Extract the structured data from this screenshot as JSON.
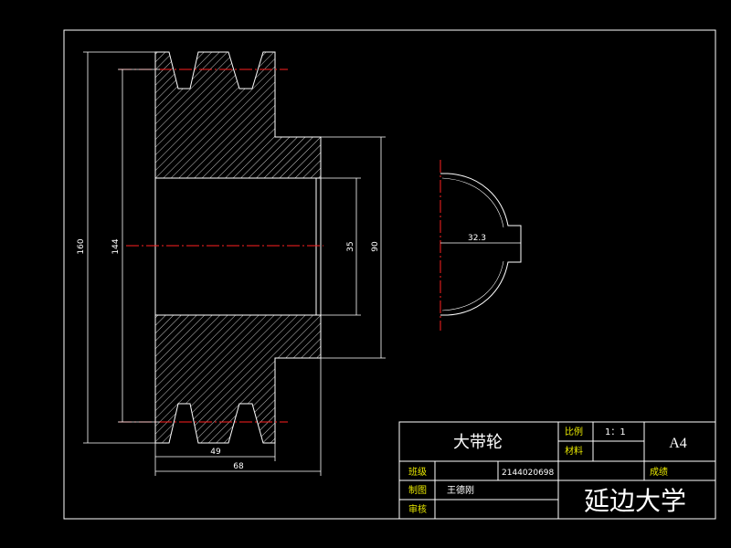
{
  "colors": {
    "background": "#000000",
    "outline": "#ffffff",
    "centerline": "#ff2020",
    "table_label": "#e8e800"
  },
  "dimensions": {
    "d160": "160",
    "d144": "144",
    "d35": "35",
    "d90": "90",
    "d49": "49",
    "d68": "68",
    "d32_3": "32.3"
  },
  "title_block": {
    "part_name": "大带轮",
    "scale_label": "比例",
    "scale_value": "1：1",
    "material_label": "材料",
    "sheet_size": "A4",
    "class_label": "班级",
    "class_value": "2144020698",
    "grade_label": "成绩",
    "drawn_label": "制图",
    "drawn_value": "王德刚",
    "review_label": "审核",
    "school": "延边大学"
  }
}
